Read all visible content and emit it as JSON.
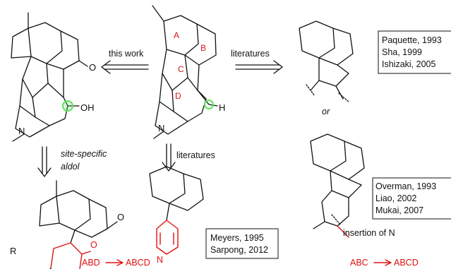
{
  "arrows": {
    "this_work": "this work",
    "literatures_right": "literatures",
    "literatures_down": "literatures",
    "site_specific": "site-specific",
    "aldol": "aldol"
  },
  "rings": {
    "A": "A",
    "B": "B",
    "C": "C",
    "D": "D"
  },
  "atoms": {
    "oh": "OH",
    "o": "O",
    "h": "H",
    "n": "N",
    "r": "R"
  },
  "references": {
    "top_right": [
      "Paquette, 1993",
      "Sha, 1999",
      "Ishizaki, 2005"
    ],
    "bottom_middle": [
      "Meyers, 1995",
      "Sarpong, 2012"
    ],
    "bottom_right": [
      "Overman, 1993",
      "Liao, 2002",
      "Mukai, 2007"
    ]
  },
  "or_label": "or",
  "insertion_label": "insertion of N",
  "strategies": {
    "left_from": "ABD",
    "left_to": "ABCD",
    "right_from": "ABC",
    "right_to": "ABCD"
  },
  "colors": {
    "highlight": "#e01010",
    "marker": "#5be35b"
  }
}
